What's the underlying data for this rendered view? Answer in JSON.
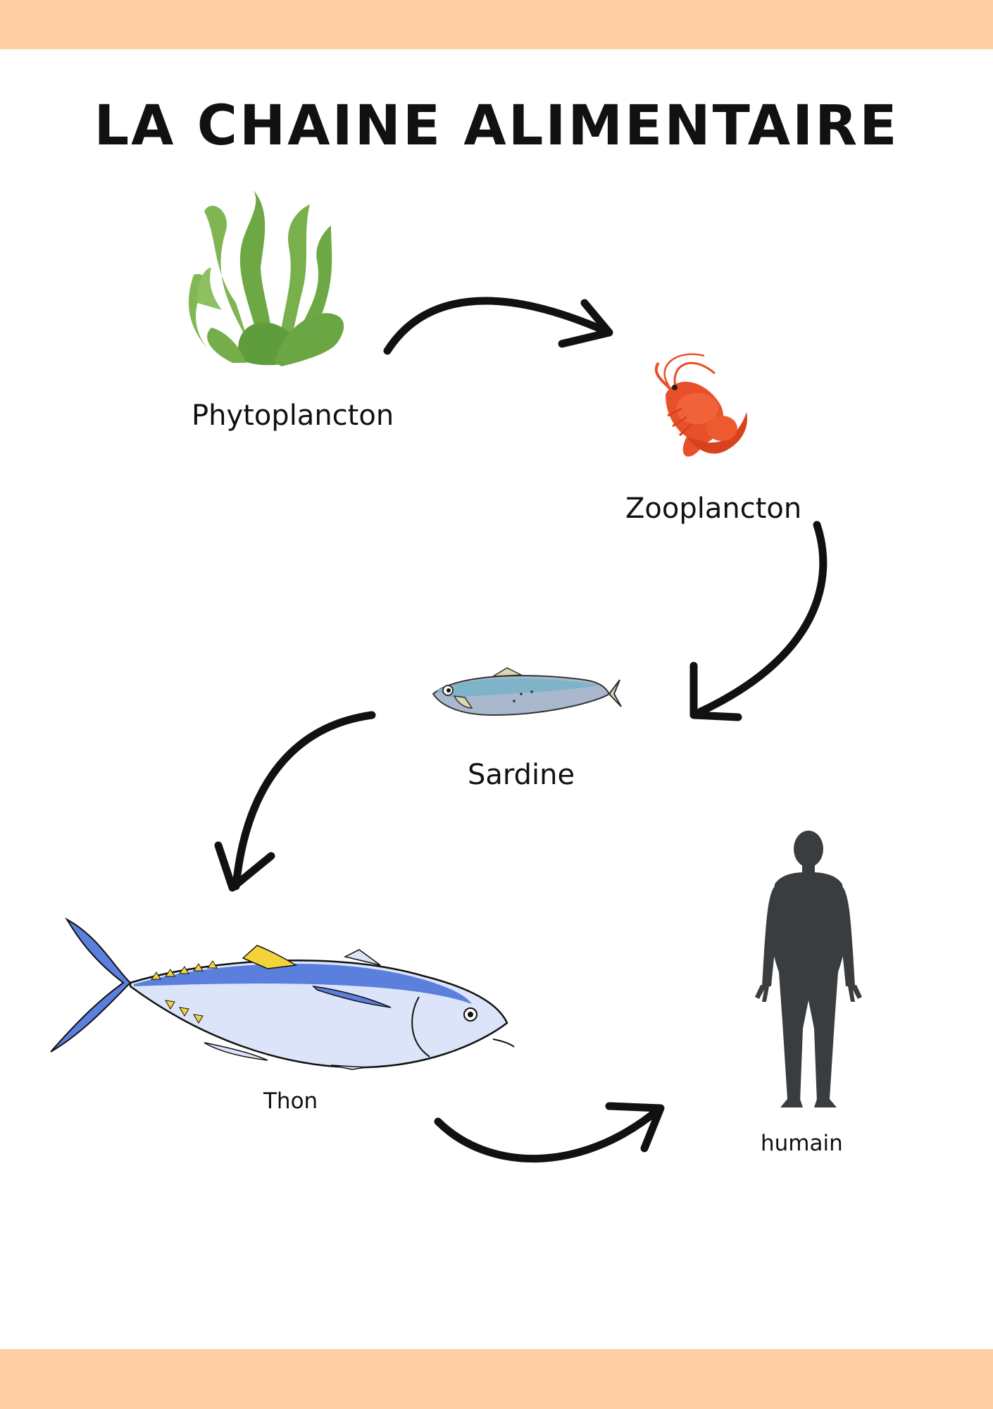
{
  "title": "LA CHAINE ALIMENTAIRE",
  "nodes": {
    "phytoplancton": "Phytoplancton",
    "zooplancton": "Zooplancton",
    "sardine": "Sardine",
    "thon": "Thon",
    "humain": "humain"
  },
  "colors": {
    "band": "#ffcfa6",
    "arrow": "#111111",
    "seaweed": "#6ea845",
    "shrimp": "#e8502a",
    "sardine": "#a9b8cc",
    "tuna": "#dbe4f8",
    "tuna_accent": "#5b7fdc",
    "human": "#3a3d3f"
  },
  "icons": {
    "phytoplancton": "seaweed-icon",
    "zooplancton": "shrimp-icon",
    "sardine": "sardine-icon",
    "thon": "tuna-icon",
    "humain": "human-silhouette-icon"
  }
}
